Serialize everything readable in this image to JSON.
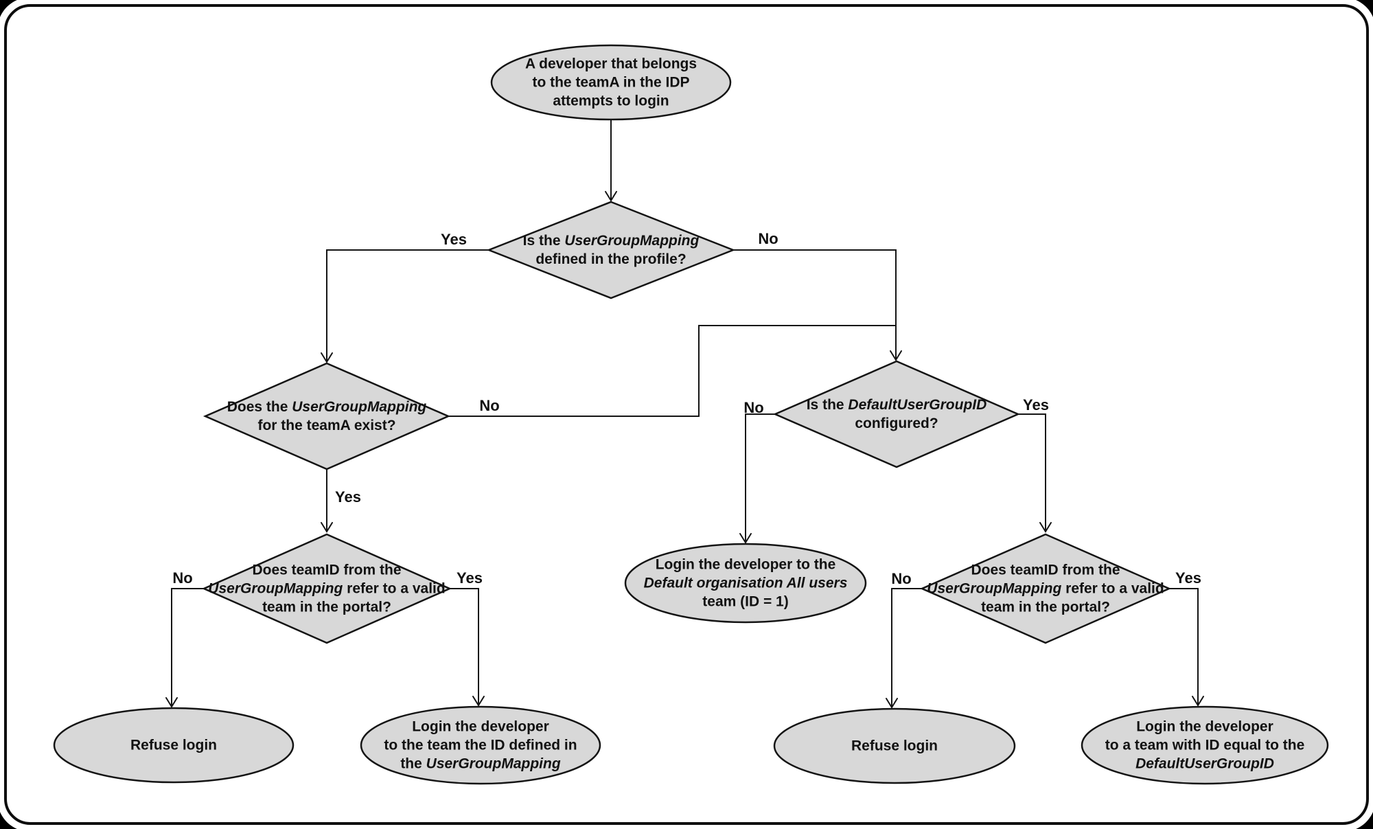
{
  "diagram": {
    "title": "Developer login team-mapping flowchart",
    "colors": {
      "node_fill": "#d8d8d8",
      "node_stroke": "#141414",
      "canvas_bg": "#ffffff",
      "frame": "#000000",
      "text": "#111111"
    },
    "nodes": {
      "start": {
        "type": "terminator",
        "lines": [
          [
            {
              "t": "A developer that belongs"
            }
          ],
          [
            {
              "t": "to the teamA in the IDP"
            }
          ],
          [
            {
              "t": "attempts to login"
            }
          ]
        ]
      },
      "d1": {
        "type": "decision",
        "lines": [
          [
            {
              "t": "Is the "
            },
            {
              "t": "UserGroupMapping",
              "i": true
            }
          ],
          [
            {
              "t": "defined in the profile?"
            }
          ]
        ]
      },
      "d2": {
        "type": "decision",
        "lines": [
          [
            {
              "t": "Does the "
            },
            {
              "t": "UserGroupMapping",
              "i": true
            }
          ],
          [
            {
              "t": "for the teamA exist?"
            }
          ]
        ]
      },
      "d3": {
        "type": "decision",
        "lines": [
          [
            {
              "t": "Is the "
            },
            {
              "t": "DefaultUserGroupID",
              "i": true
            }
          ],
          [
            {
              "t": "configured?"
            }
          ]
        ]
      },
      "d4": {
        "type": "decision",
        "lines": [
          [
            {
              "t": "Does teamID from the"
            }
          ],
          [
            {
              "t": "UserGroupMapping",
              "i": true
            },
            {
              "t": " refer to a valid"
            }
          ],
          [
            {
              "t": "team in the portal?"
            }
          ]
        ]
      },
      "d5": {
        "type": "decision",
        "lines": [
          [
            {
              "t": "Does teamID from the"
            }
          ],
          [
            {
              "t": "UserGroupMapping",
              "i": true
            },
            {
              "t": " refer to a valid"
            }
          ],
          [
            {
              "t": "team in the portal?"
            }
          ]
        ]
      },
      "default_org": {
        "type": "terminator",
        "lines": [
          [
            {
              "t": "Login the developer to the"
            }
          ],
          [
            {
              "t": "Default organisation All users",
              "i": true
            }
          ],
          [
            {
              "t": "team (ID = 1)"
            }
          ]
        ]
      },
      "refuse_left": {
        "type": "terminator",
        "lines": [
          [
            {
              "t": "Refuse login"
            }
          ]
        ]
      },
      "login_mapping": {
        "type": "terminator",
        "lines": [
          [
            {
              "t": "Login the developer"
            }
          ],
          [
            {
              "t": "to the team the ID defined in"
            }
          ],
          [
            {
              "t": "the "
            },
            {
              "t": "UserGroupMapping",
              "i": true
            }
          ]
        ]
      },
      "refuse_right": {
        "type": "terminator",
        "lines": [
          [
            {
              "t": "Refuse login"
            }
          ]
        ]
      },
      "login_default": {
        "type": "terminator",
        "lines": [
          [
            {
              "t": "Login the developer"
            }
          ],
          [
            {
              "t": "to a team with ID equal to the"
            }
          ],
          [
            {
              "t": "DefaultUserGroupID",
              "i": true
            }
          ]
        ]
      }
    },
    "edge_labels": {
      "d1_yes": "Yes",
      "d1_no": "No",
      "d2_no": "No",
      "d2_yes": "Yes",
      "d3_no": "No",
      "d3_yes": "Yes",
      "d4_no": "No",
      "d4_yes": "Yes",
      "d5_no": "No",
      "d5_yes": "Yes"
    }
  }
}
